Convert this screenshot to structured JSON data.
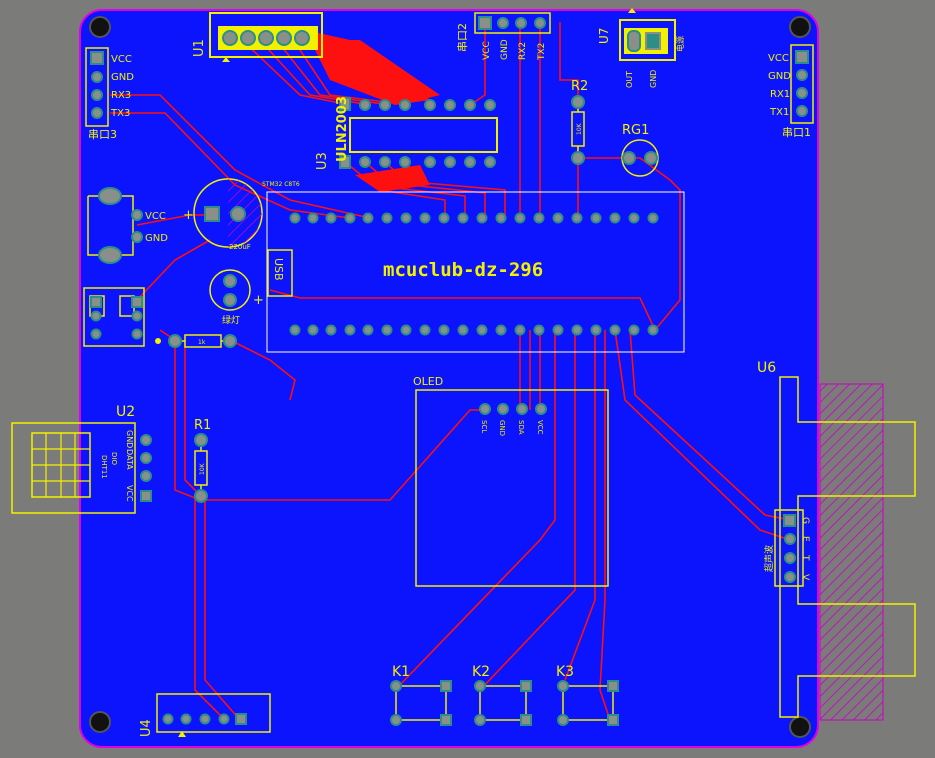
{
  "board": {
    "title": "mcuclub-dz-296",
    "colors": {
      "board": "#0b14fc",
      "outline": "#e000e0",
      "background": "#7b7b79",
      "trace": "#ff1010",
      "silk": "#f2f200",
      "pad": "#8a8f8a",
      "pad_hole": "#2c8f87",
      "drill": "#c800c8"
    }
  },
  "components": {
    "u1": {
      "ref": "U1"
    },
    "u2": {
      "ref": "U2",
      "pins": [
        "GND",
        "DATA",
        "DIO",
        "VCC"
      ],
      "module": "DHT11"
    },
    "u3": {
      "ref": "U3",
      "part": "ULN2003"
    },
    "u4": {
      "ref": "U4"
    },
    "u6": {
      "ref": "U6",
      "pins": [
        "G",
        "E",
        "T",
        "V"
      ],
      "label": "超声波"
    },
    "u7": {
      "ref": "U7",
      "label": "电源",
      "pins": [
        "OUT",
        "GND"
      ]
    },
    "r1": {
      "ref": "R1",
      "value": "10K"
    },
    "r2": {
      "ref": "R2",
      "value": "10K"
    },
    "rg1": {
      "ref": "RG1"
    },
    "k1": {
      "ref": "K1"
    },
    "k2": {
      "ref": "K2"
    },
    "k3": {
      "ref": "K3"
    },
    "usb": {
      "label": "USB"
    },
    "oled": {
      "label": "OLED",
      "pins": [
        "SCL",
        "GND",
        "SDA",
        "VCC"
      ]
    },
    "cap": {
      "value": "220uF",
      "plus": "+"
    },
    "led": {
      "label": "绿灯",
      "plus": "+"
    },
    "res_1k": {
      "value": "1k"
    },
    "uart3": {
      "label": "串口3",
      "pins": [
        "VCC",
        "GND",
        "RX3",
        "TX3"
      ]
    },
    "uart1": {
      "label": "串口1",
      "pins": [
        "VCC",
        "GND",
        "RX1",
        "TX1"
      ]
    },
    "uart2": {
      "label": "串口2",
      "pins": [
        "VCC",
        "GND",
        "RX2",
        "TX2"
      ]
    },
    "power_jack": {
      "pins": [
        "VCC",
        "GND"
      ]
    },
    "mcu_silk": "STM32 C8T6"
  }
}
